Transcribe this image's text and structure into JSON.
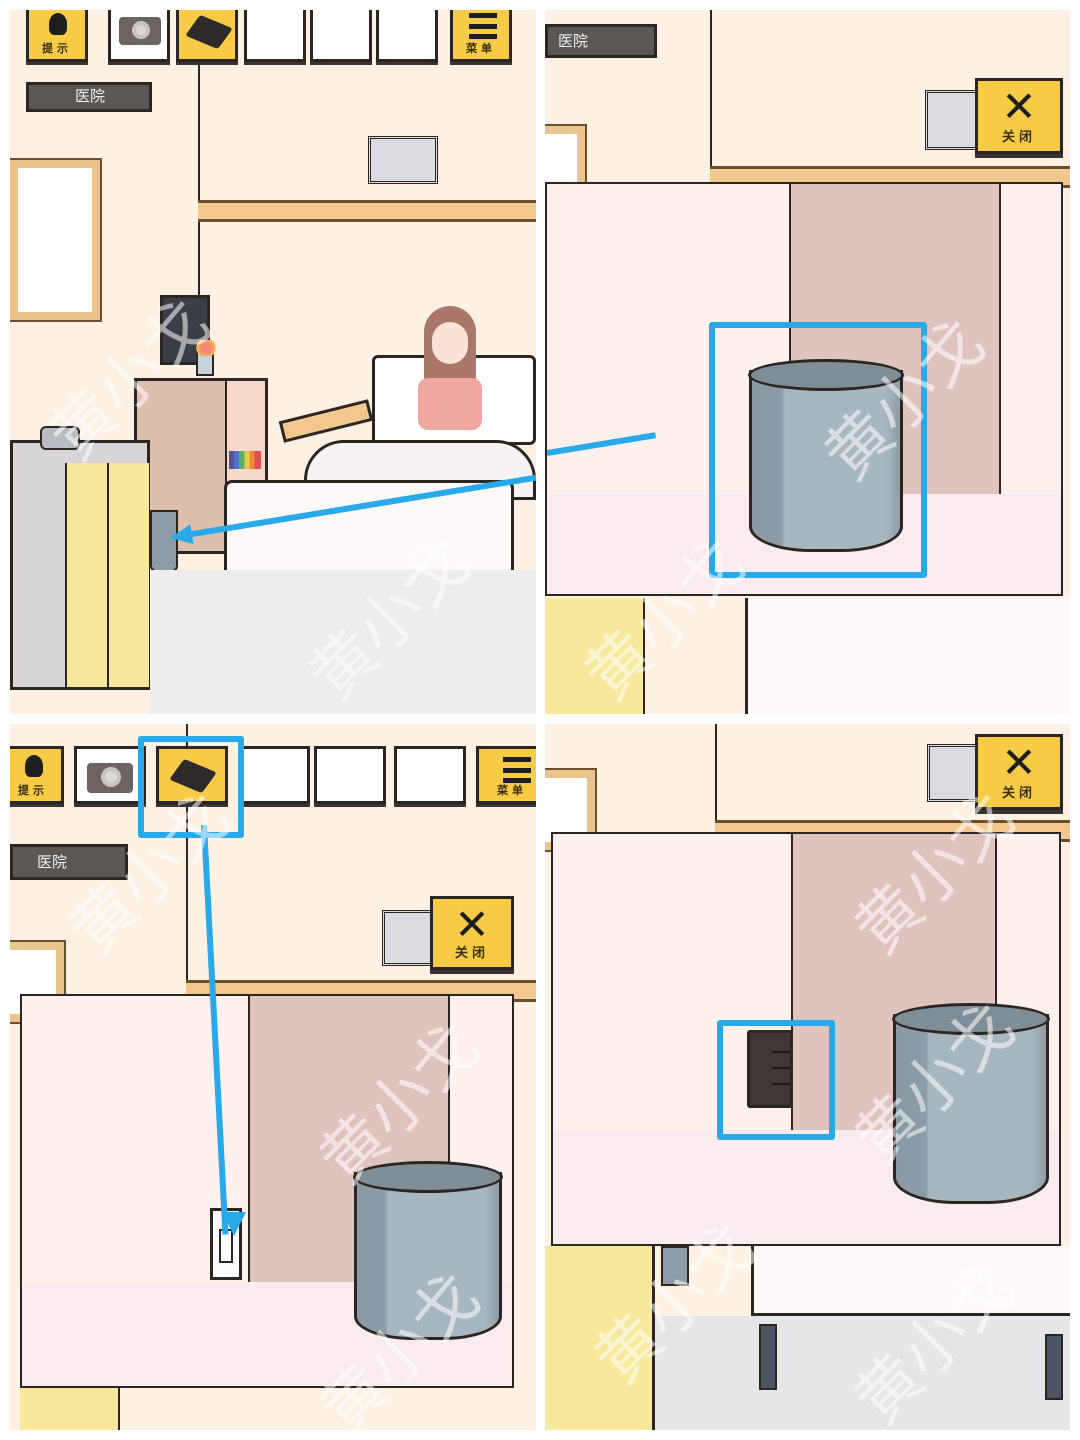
{
  "toolbar": {
    "hint_label": "提示",
    "menu_label": "菜单",
    "inventory_slots": [
      {
        "item": "camera-icon",
        "selected": false
      },
      {
        "item": "battery-charger-icon",
        "selected": true
      },
      {
        "item": "",
        "selected": false
      },
      {
        "item": "",
        "selected": false
      },
      {
        "item": "",
        "selected": false
      }
    ]
  },
  "location_label": "医院",
  "close_label": "关闭",
  "close_glyph": "✕",
  "watermark": "黄小戈",
  "colors": {
    "accent_yellow": "#f7cb45",
    "highlight_blue": "#29a8ea",
    "wall": "#fdf1e4",
    "pink_wall": "#dfc3be",
    "bin_gray": "#a9b7c0"
  },
  "panels": [
    {
      "id": "room-overview",
      "description": "Hospital room: sink cabinet, bedside cabinet with TV and flowers, patient in bed; arrow points to trash bin"
    },
    {
      "id": "trash-bin-zoom",
      "description": "Zoomed view of trash bin highlighted with blue box"
    },
    {
      "id": "use-charger",
      "description": "Charger selected in inventory; arrow to wall outlet"
    },
    {
      "id": "charger-placed",
      "description": "Charger plugged into outlet, highlighted"
    }
  ]
}
